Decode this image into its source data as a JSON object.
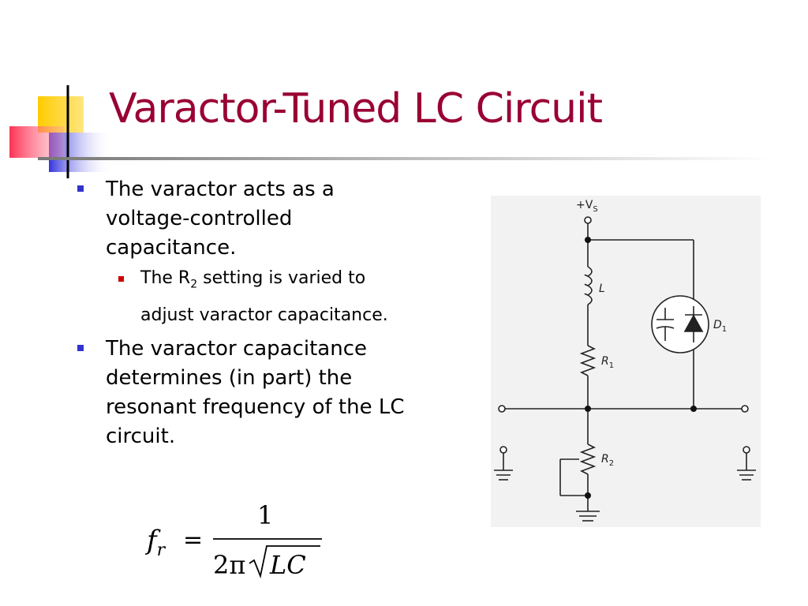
{
  "slide": {
    "title": "Varactor-Tuned LC Circuit",
    "bullets": [
      {
        "text": "The varactor acts as a voltage-controlled capacitance.",
        "sub": {
          "pre": "The R",
          "subscript": "2",
          "post": " setting is varied to adjust varactor capacitance."
        }
      },
      {
        "text": "The varactor capacitance determines (in part) the resonant frequency of the LC circuit."
      }
    ]
  },
  "circuit": {
    "supply": "+V",
    "supply_sub": "S",
    "labels": {
      "L": "L",
      "R1": "R",
      "R1_sub": "1",
      "R2": "R",
      "R2_sub": "2",
      "D1": "D",
      "D1_sub": "1"
    }
  },
  "formula": {
    "lhs": "f",
    "lhs_sub": "r",
    "eq": "=",
    "numerator": "1",
    "denominator_pre": "2π",
    "radicand": "LC"
  },
  "colors": {
    "title": "#990033",
    "bullet_level1": "#3333cc",
    "bullet_level2": "#cc0000"
  }
}
